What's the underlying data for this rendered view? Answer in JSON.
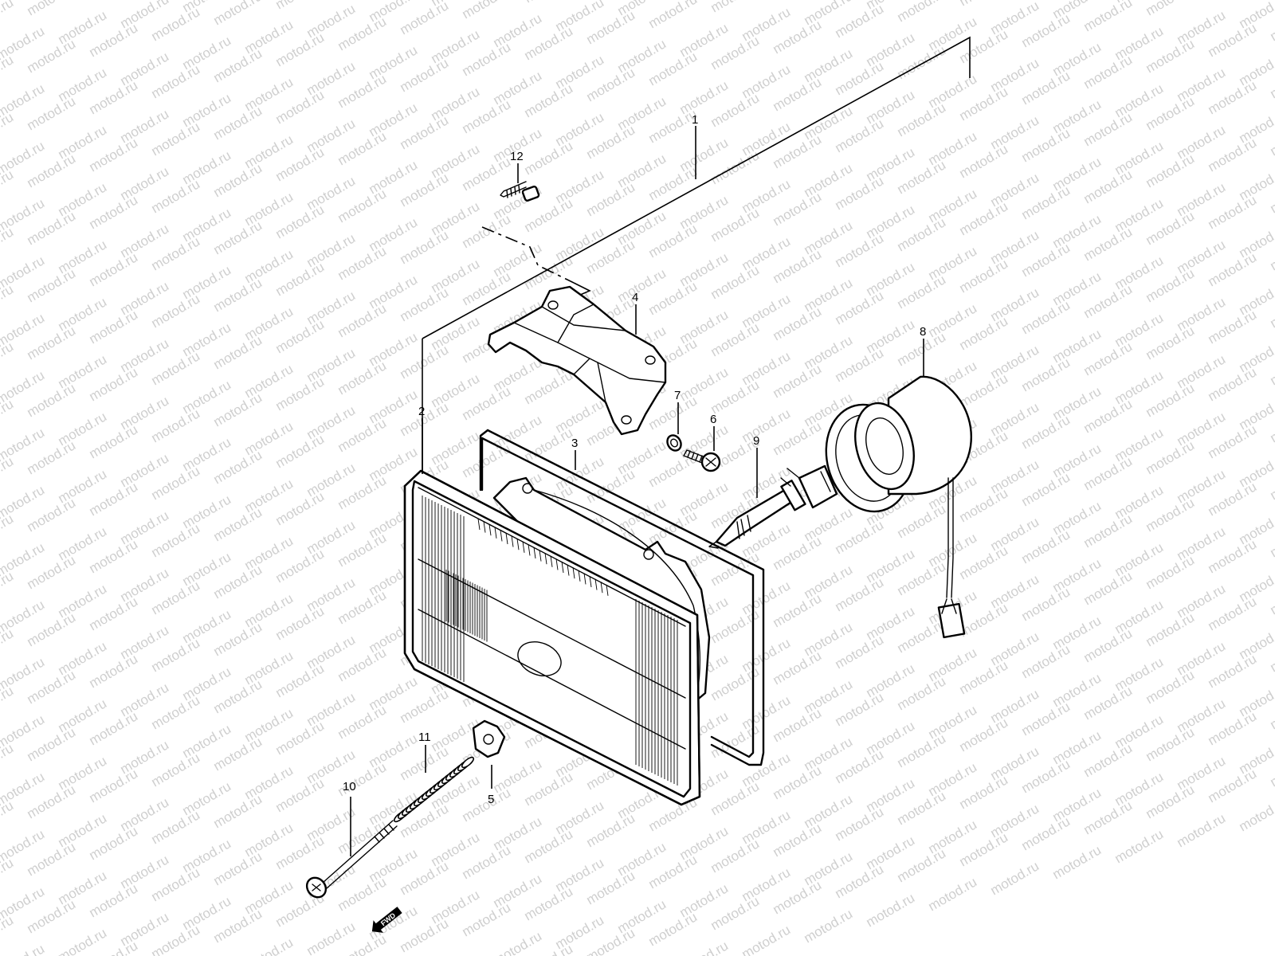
{
  "watermark": {
    "text": "motod.ru",
    "color": "#cfcfcf"
  },
  "direction_indicator": {
    "label": "FWD"
  },
  "callouts": [
    {
      "id": "1",
      "text": "1",
      "part": "headlight assembly"
    },
    {
      "id": "2",
      "text": "2",
      "part": "headlight unit"
    },
    {
      "id": "3",
      "text": "3",
      "part": "gasket"
    },
    {
      "id": "4",
      "text": "4",
      "part": "mounting bracket"
    },
    {
      "id": "5",
      "text": "5",
      "part": "nut"
    },
    {
      "id": "6",
      "text": "6",
      "part": "screw"
    },
    {
      "id": "7",
      "text": "7",
      "part": "washer"
    },
    {
      "id": "8",
      "text": "8",
      "part": "bulb socket"
    },
    {
      "id": "9",
      "text": "9",
      "part": "bulb"
    },
    {
      "id": "10",
      "text": "10",
      "part": "adjusting screw"
    },
    {
      "id": "11",
      "text": "11",
      "part": "spring"
    },
    {
      "id": "12",
      "text": "12",
      "part": "screw"
    }
  ],
  "colors": {
    "line": "#000000",
    "background": "#ffffff"
  }
}
